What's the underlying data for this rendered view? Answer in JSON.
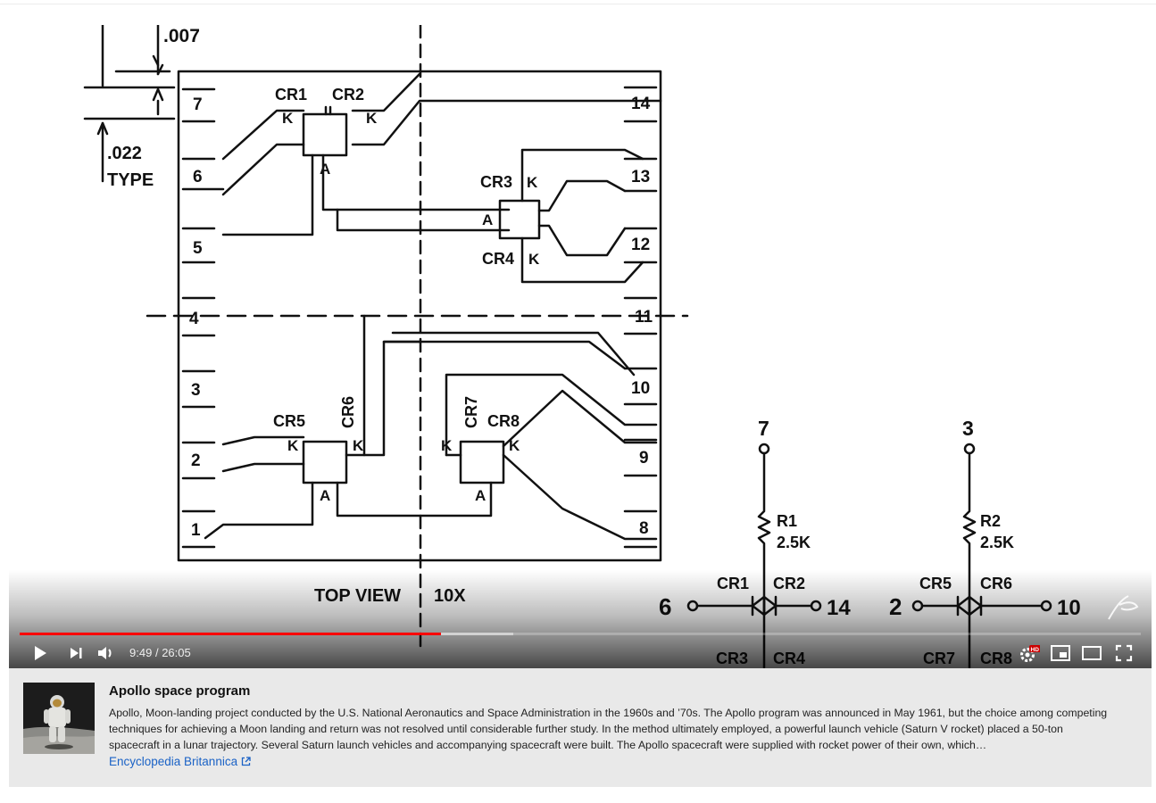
{
  "diagram": {
    "dim_top": ".007",
    "dim_mid": ".022",
    "dim_type": "TYPE",
    "left_pins": [
      "7",
      "6",
      "5",
      "4",
      "3",
      "2",
      "1"
    ],
    "right_pins": [
      "14",
      "13",
      "12",
      "11",
      "10",
      "9",
      "8"
    ],
    "diodes": {
      "cr1": "CR1",
      "cr2": "CR2",
      "cr3": "CR3",
      "cr4": "CR4",
      "cr5": "CR5",
      "cr6": "CR6",
      "cr7": "CR7",
      "cr8": "CR8"
    },
    "k": "K",
    "a": "A",
    "caption_view": "TOP VIEW",
    "caption_scale": "10X",
    "schematic_left": {
      "top_node": "7",
      "r_label": "R1",
      "r_value": "2.5K",
      "d_left": "CR1",
      "d_right": "CR2",
      "left_node": "6",
      "right_node": "14",
      "bottom_left": "CR3",
      "bottom_right": "CR4"
    },
    "schematic_right": {
      "top_node": "3",
      "r_label": "R2",
      "r_value": "2.5K",
      "d_left": "CR5",
      "d_right": "CR6",
      "left_node": "2",
      "right_node": "10",
      "bottom_left": "CR7",
      "bottom_right": "CR8"
    }
  },
  "player": {
    "current_time": "9:49",
    "separator": "/",
    "duration": "26:05",
    "progress_fraction": 0.376,
    "buffered_fraction": 0.44,
    "progress_color": "#ff0000",
    "hd_badge": "HD",
    "icons": [
      "play-icon",
      "next-icon",
      "volume-icon",
      "settings-icon",
      "miniplayer-icon",
      "theater-icon",
      "fullscreen-icon"
    ]
  },
  "info_card": {
    "title": "Apollo space program",
    "description": "Apollo, Moon-landing project conducted by the U.S. National Aeronautics and Space Administration in the 1960s and ’70s. The Apollo program was announced in May 1961, but the choice among competing techniques for achieving a Moon landing and return was not resolved until considerable further study. In the method ultimately employed, a powerful launch vehicle (Saturn V rocket) placed a 50-ton spacecraft in a lunar trajectory. Several Saturn launch vehicles and accompanying spacecraft were built. The Apollo spacecraft were supplied with rocket power of their own, which…",
    "source": "Encyclopedia Britannica",
    "link_color": "#1a62c6"
  }
}
